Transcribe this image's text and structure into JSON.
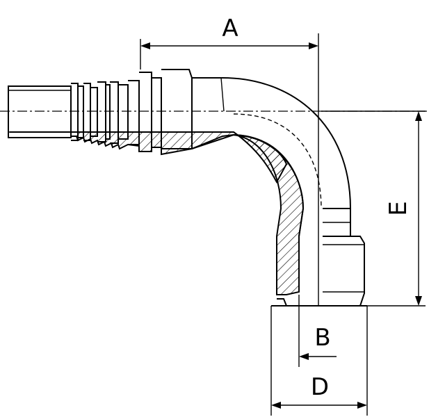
{
  "drawing": {
    "dimensions": {
      "a": "A",
      "b": "B",
      "d": "D",
      "e": "E"
    }
  }
}
